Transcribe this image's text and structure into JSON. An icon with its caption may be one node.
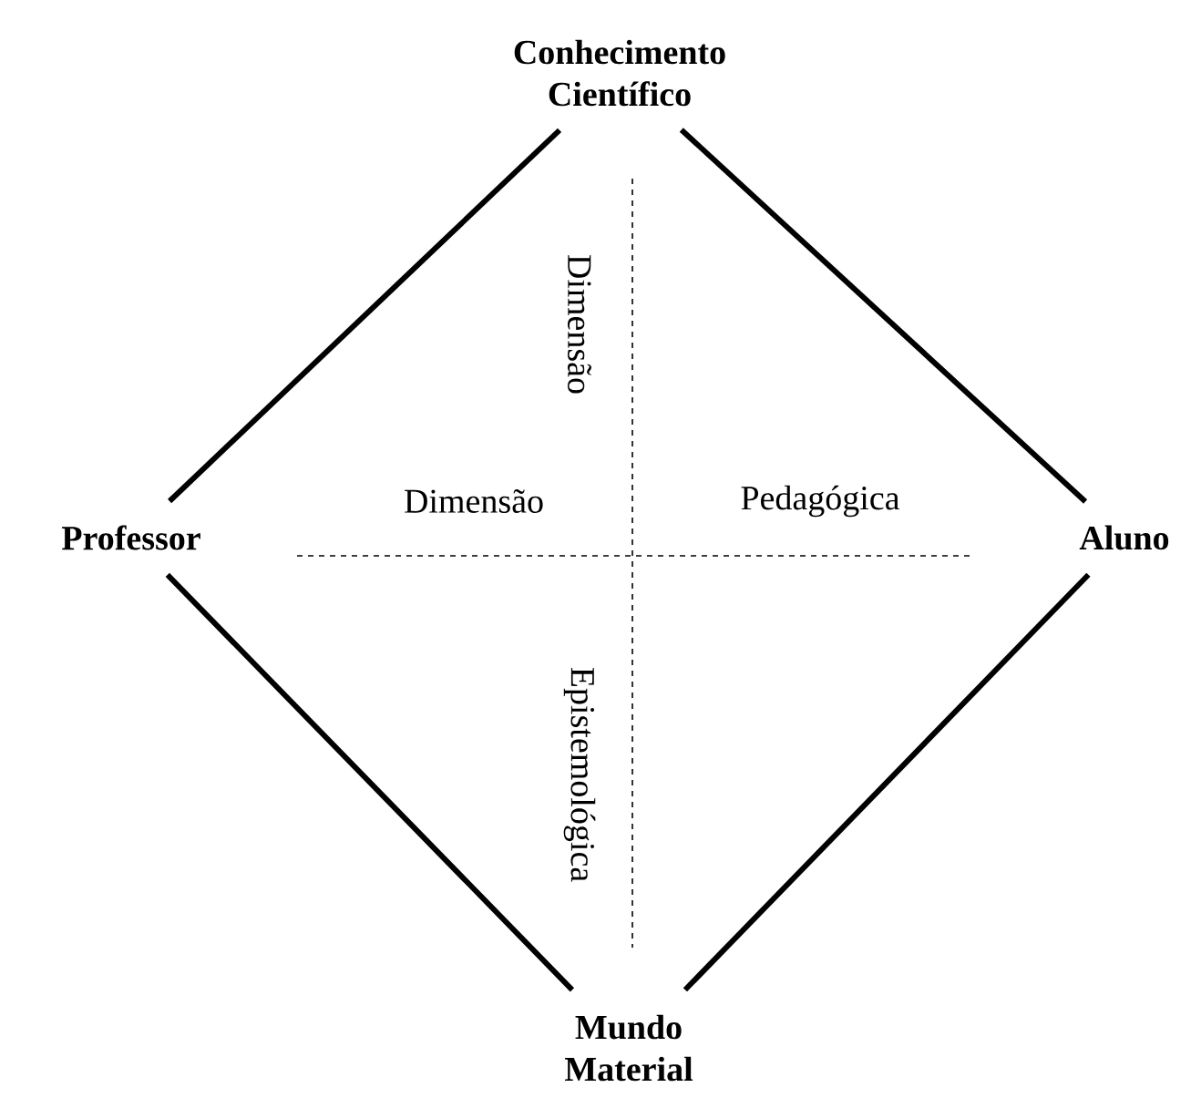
{
  "diagram": {
    "nodes": [
      {
        "text": [
          "Conhecimento Científico"
        ]
      },
      {
        "text": [
          "Professor"
        ]
      },
      {
        "text": [
          "Aluno"
        ]
      },
      {
        "text": [
          "Mundo Material"
        ]
      }
    ],
    "edges": [
      {
        "from": 0,
        "to": 1,
        "arrow": "none"
      },
      {
        "from": 0,
        "to": 2,
        "arrow": "none"
      },
      {
        "from": 1,
        "to": 3,
        "arrow": "none"
      },
      {
        "from": 2,
        "to": 3,
        "arrow": "none"
      }
    ],
    "labels": [
      "Dimensão",
      "Dimensão",
      "Pedagógica",
      "Epistemológica"
    ]
  }
}
